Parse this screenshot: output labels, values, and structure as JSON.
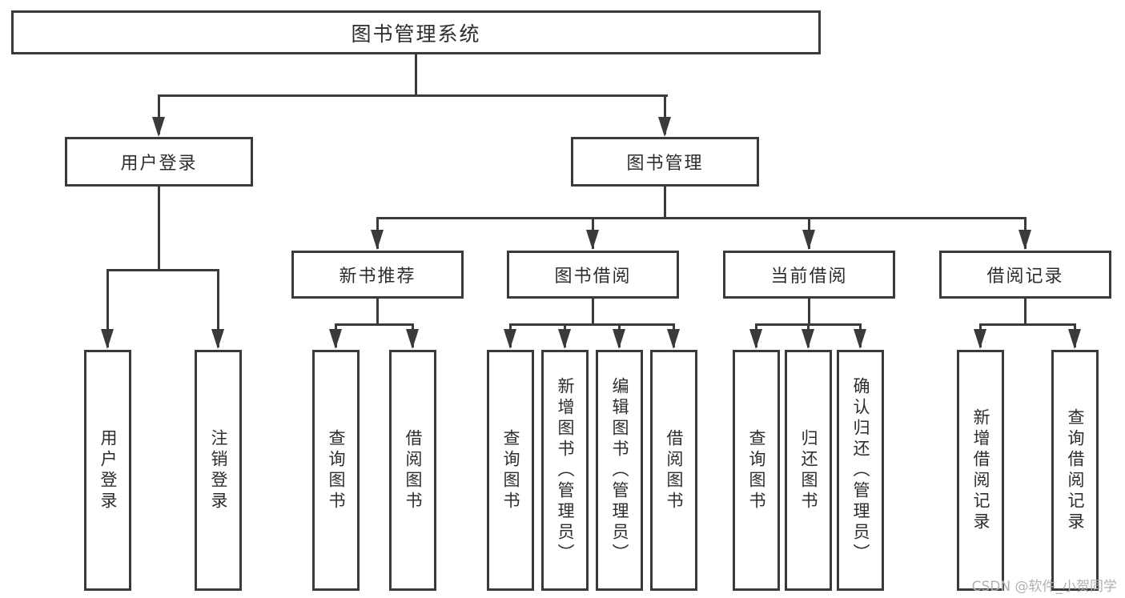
{
  "diagram": {
    "colors": {
      "line": "#3a3a3a",
      "text": "#2d2d2d",
      "box_bg": "#ffffff",
      "watermark": "#b0b0b0"
    },
    "watermark": "CSDN @软件_小贺同学",
    "nodes": {
      "root": {
        "label": "图书管理系统"
      },
      "user_login": {
        "label": "用户登录"
      },
      "book_management": {
        "label": "图书管理"
      },
      "new_book_recommend": {
        "label": "新书推荐"
      },
      "book_borrowing": {
        "label": "图书借阅"
      },
      "current_borrowing": {
        "label": "当前借阅"
      },
      "borrowing_records": {
        "label": "借阅记录"
      },
      "leaf_user_login": {
        "label": "用户登录"
      },
      "leaf_logout_login": {
        "label": "注销登录"
      },
      "leaf_recommend_query_books": {
        "label": "查询图书"
      },
      "leaf_recommend_borrow_books": {
        "label": "借阅图书"
      },
      "leaf_borrowing_query_books": {
        "label": "查询图书"
      },
      "leaf_borrowing_add_books_admin": {
        "label": "新增图书（管理员）"
      },
      "leaf_borrowing_edit_books_admin": {
        "label": "编辑图书（管理员）"
      },
      "leaf_borrowing_borrow_books": {
        "label": "借阅图书"
      },
      "leaf_current_query_books": {
        "label": "查询图书"
      },
      "leaf_current_return_books": {
        "label": "归还图书"
      },
      "leaf_current_confirm_return_admin": {
        "label": "确认归还（管理员）"
      },
      "leaf_records_add_record": {
        "label": "新增借阅记录"
      },
      "leaf_records_query_record": {
        "label": "查询借阅记录"
      }
    }
  }
}
